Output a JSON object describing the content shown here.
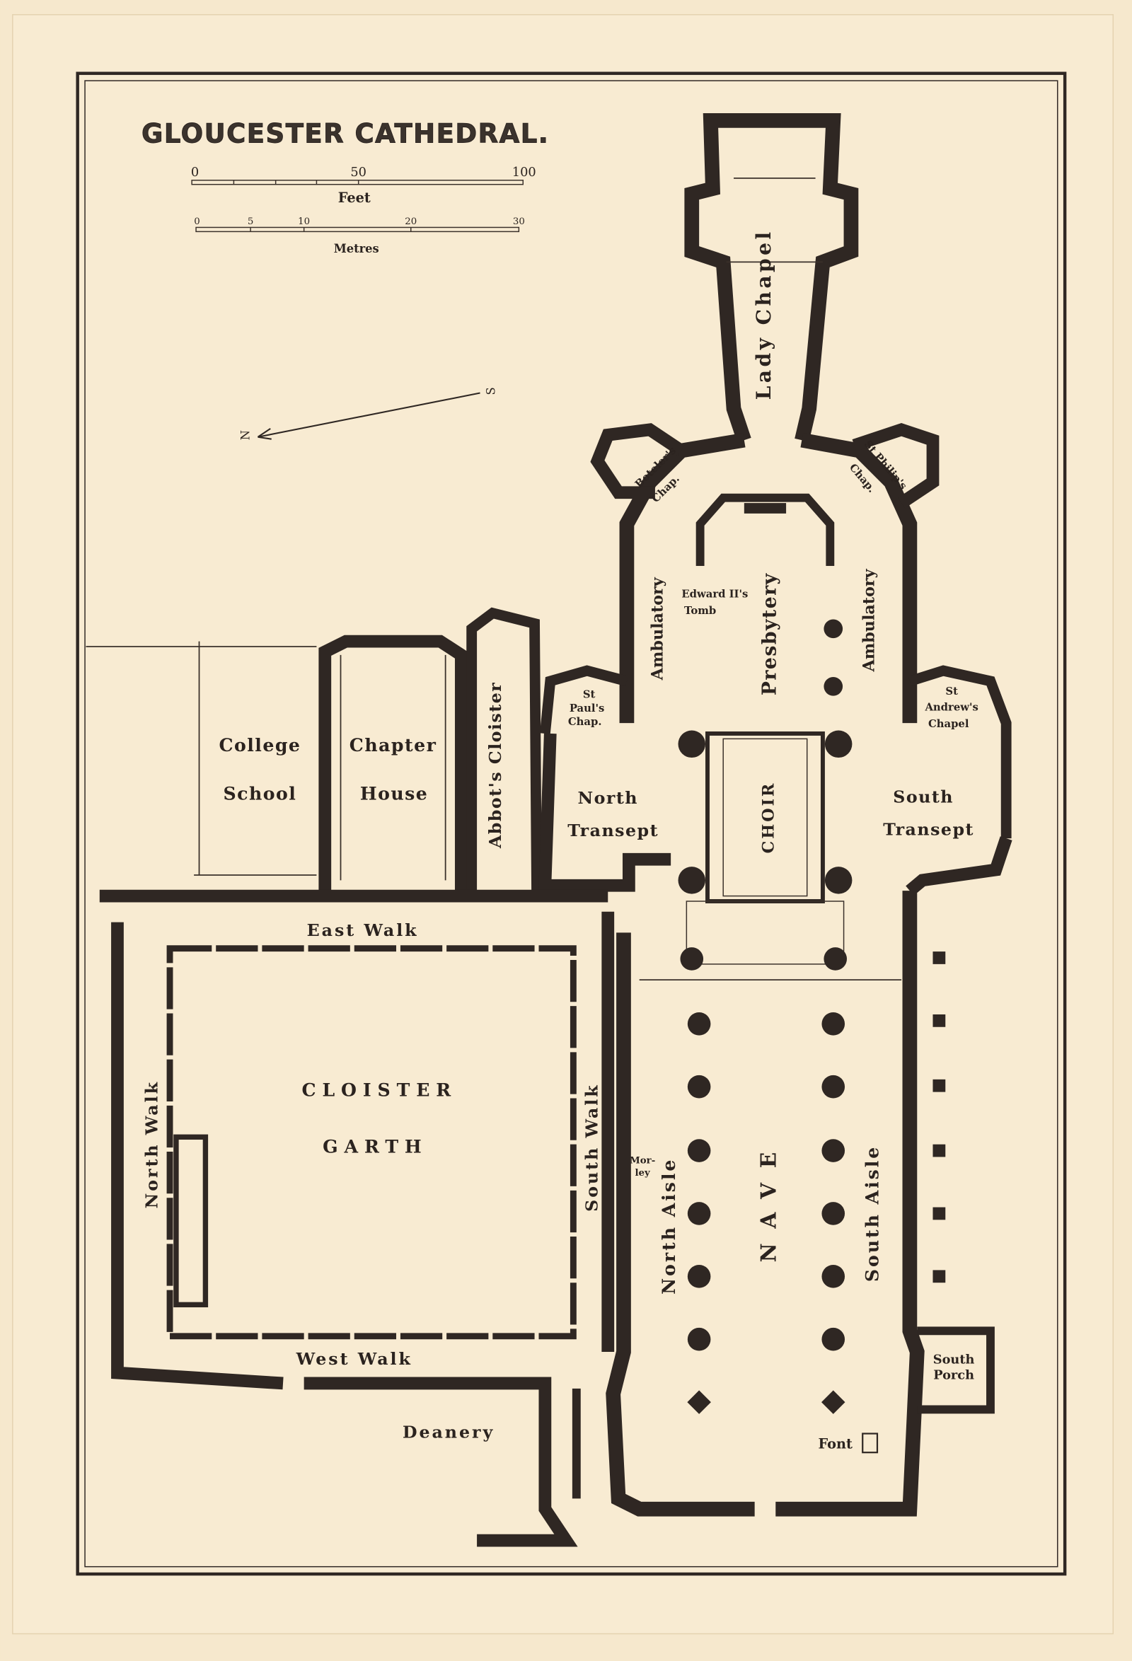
{
  "title": "GLOUCESTER CATHEDRAL.",
  "scale_feet": {
    "ticks": [
      "0",
      "50",
      "100"
    ],
    "unit": "Feet"
  },
  "scale_metres": {
    "ticks": [
      "0",
      "5",
      "10",
      "20",
      "30"
    ],
    "unit": "Metres"
  },
  "compass": {
    "north": "N",
    "south": "S"
  },
  "labels": {
    "lady_chapel": "Lady Chapel",
    "botelers_chap_1": "Boteler's",
    "botelers_chap_2": "Chap.",
    "st_philips_1": "St Philip's",
    "st_philips_2": "Chap.",
    "ambulatory_north": "Ambulatory",
    "ambulatory_south": "Ambulatory",
    "edward_tomb_1": "Edward II's",
    "edward_tomb_2": "Tomb",
    "presbytery": "Presbytery",
    "st_pauls_1": "St",
    "st_pauls_2": "Paul's",
    "st_pauls_3": "Chap.",
    "st_andrews_1": "St",
    "st_andrews_2": "Andrew's",
    "st_andrews_3": "Chapel",
    "north_transept_1": "North",
    "north_transept_2": "Transept",
    "south_transept_1": "South",
    "south_transept_2": "Transept",
    "choir": "CHOIR",
    "college_school_1": "College",
    "college_school_2": "School",
    "chapter_house_1": "Chapter",
    "chapter_house_2": "House",
    "abbots_cloister": "Abbot's Cloister",
    "east_walk": "East Walk",
    "west_walk": "West Walk",
    "north_walk": "North Walk",
    "south_walk": "South Walk",
    "cloister_garth_1": "CLOISTER",
    "cloister_garth_2": "GARTH",
    "north_aisle": "North Aisle",
    "south_aisle": "South Aisle",
    "nave": "NAVE",
    "morley_1": "Mor-",
    "morley_2": "ley",
    "south_porch_1": "South",
    "south_porch_2": "Porch",
    "font": "Font",
    "deanery": "Deanery"
  },
  "colors": {
    "paper": "#f6e8cd",
    "ink": "#2f2723"
  }
}
